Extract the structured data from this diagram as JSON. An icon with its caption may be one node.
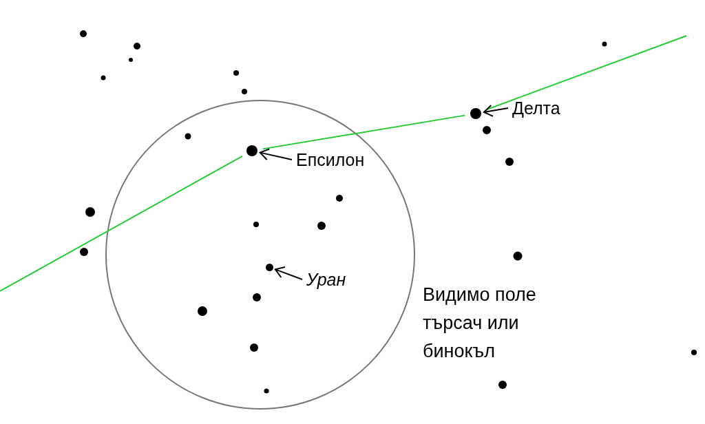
{
  "diagram": {
    "nodes": [
      {
        "text": [],
        "shape": "circle"
      },
      {
        "text": [
          "Делта"
        ]
      },
      {
        "text": [],
        "shape": "circle"
      },
      {
        "text": [
          "Епсилон"
        ]
      },
      {
        "text": [],
        "shape": "circle"
      },
      {
        "text": [
          "Уран"
        ]
      }
    ],
    "edges": [
      {
        "from": null,
        "to": 2,
        "arrow": "none",
        "color": "#22cc33"
      },
      {
        "from": 2,
        "to": 0,
        "arrow": "none",
        "color": "#22cc33"
      },
      {
        "from": 0,
        "to": null,
        "arrow": "none",
        "color": "#22cc33"
      },
      {
        "from": 1,
        "to": 0,
        "arrow": "to",
        "color": "#000000"
      },
      {
        "from": 3,
        "to": 2,
        "arrow": "to",
        "color": "#000000"
      },
      {
        "from": 5,
        "to": 4,
        "arrow": "to",
        "color": "#000000"
      }
    ],
    "labels": [
      "Видимо поле търсач или бинокъл"
    ]
  }
}
